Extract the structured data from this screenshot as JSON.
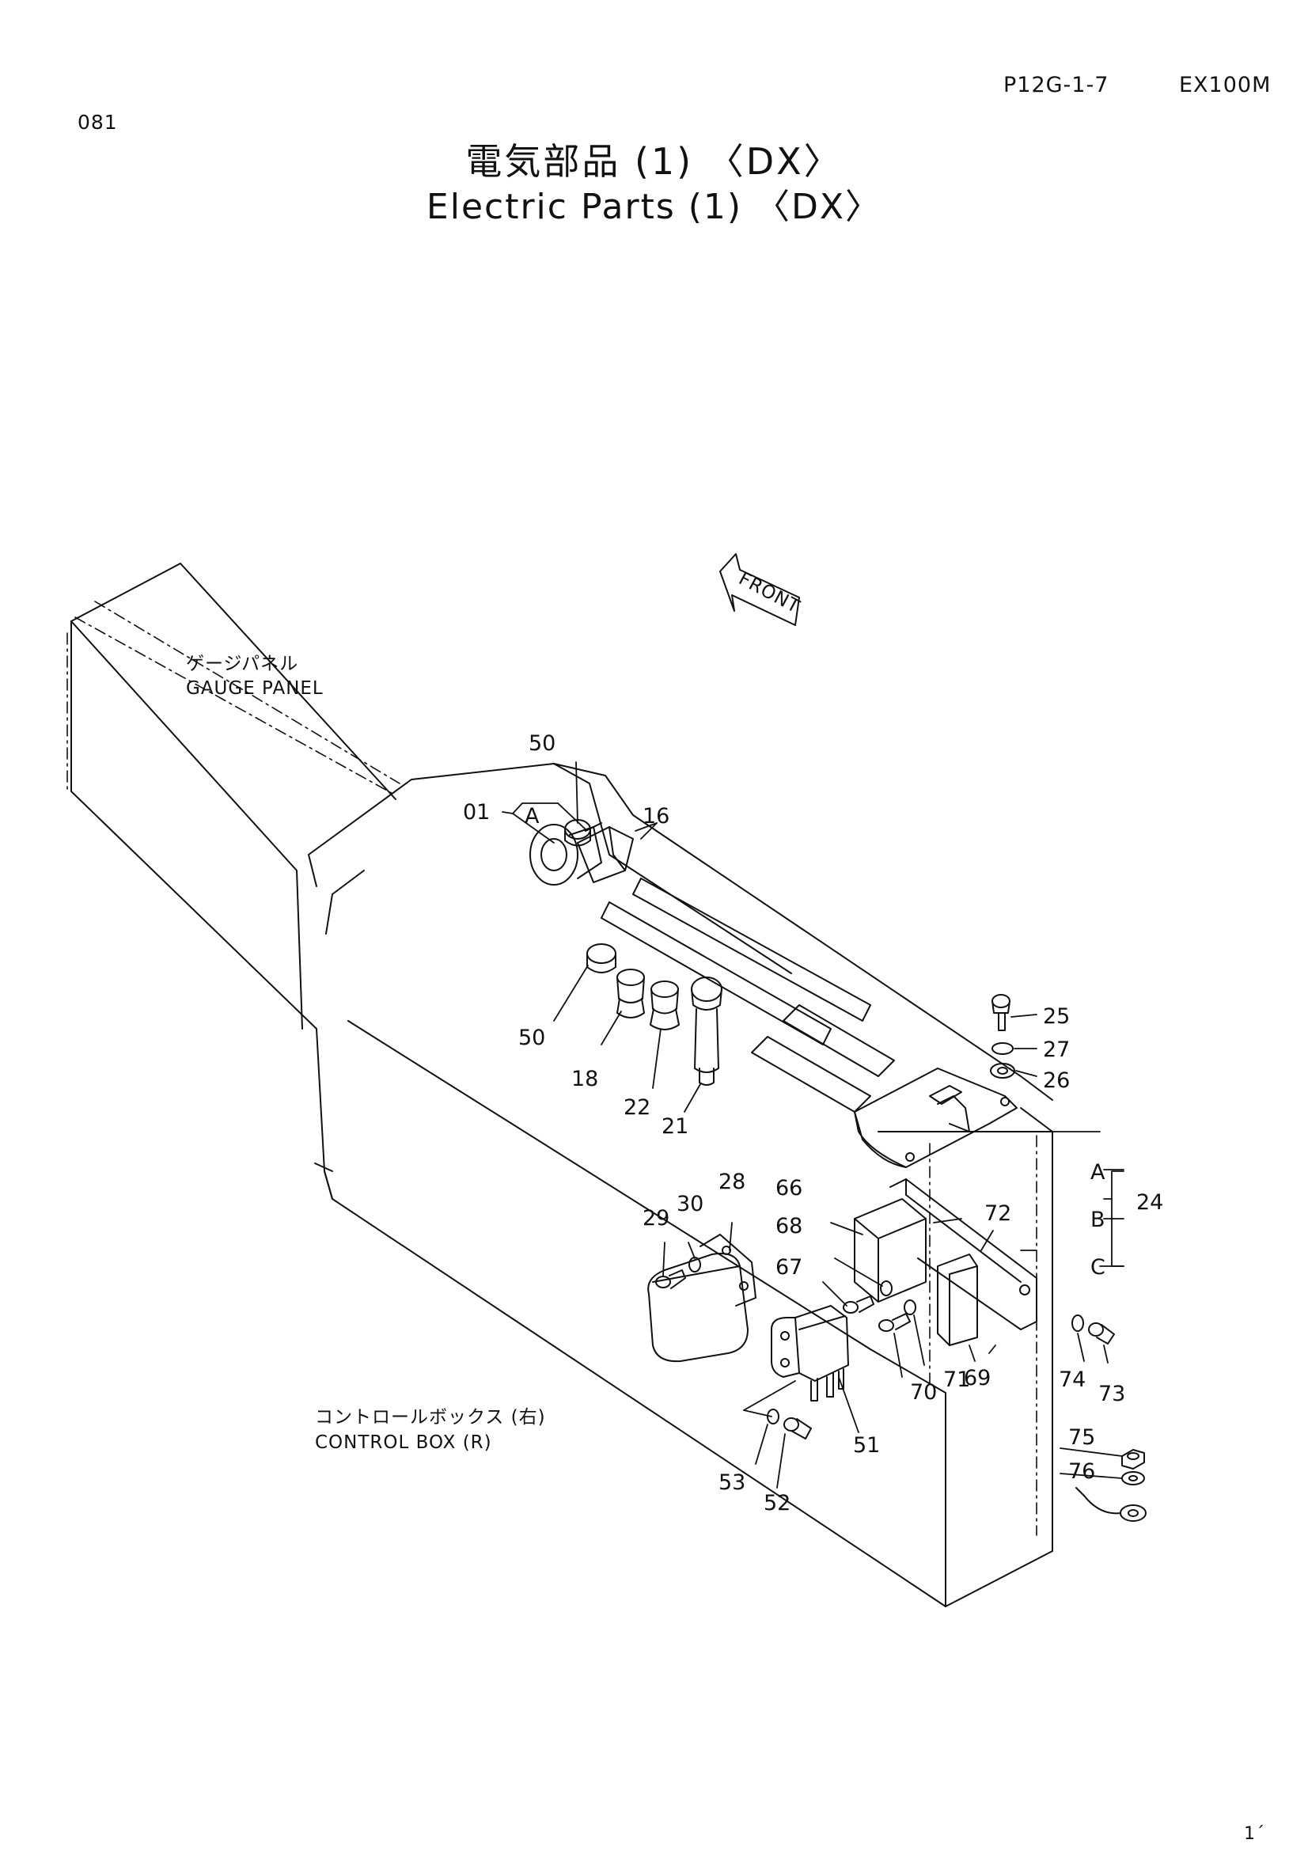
{
  "header": {
    "page_code": "P12G-1-7",
    "model": "EX100M",
    "page_number": "081",
    "corner_mark": "1´"
  },
  "title": {
    "japanese": "電気部品 (1) 〈DX〉",
    "english": "Electric Parts (1) 〈DX〉"
  },
  "labels": {
    "front": "FRONT",
    "gauge_panel_jp": "ゲージパネル",
    "gauge_panel_en": "GAUGE PANEL",
    "control_box_jp": "コントロールボックス (右)",
    "control_box_en": "CONTROL BOX (R)",
    "sub_a": "A",
    "sub_a2": "A",
    "sub_b": "B",
    "sub_c": "C"
  },
  "callouts": {
    "c01": "01",
    "c16": "16",
    "c50a": "50",
    "c50b": "50",
    "c18": "18",
    "c22": "22",
    "c21": "21",
    "c25": "25",
    "c27": "27",
    "c26": "26",
    "c24": "24",
    "c28": "28",
    "c29": "29",
    "c30": "30",
    "c66": "66",
    "c68": "68",
    "c67": "67",
    "c72": "72",
    "c69": "69",
    "c70": "70",
    "c71": "71",
    "c74": "74",
    "c73": "73",
    "c51": "51",
    "c53": "53",
    "c52": "52",
    "c75": "75",
    "c76": "76"
  },
  "colors": {
    "ink": "#111111",
    "paper": "#ffffff"
  }
}
